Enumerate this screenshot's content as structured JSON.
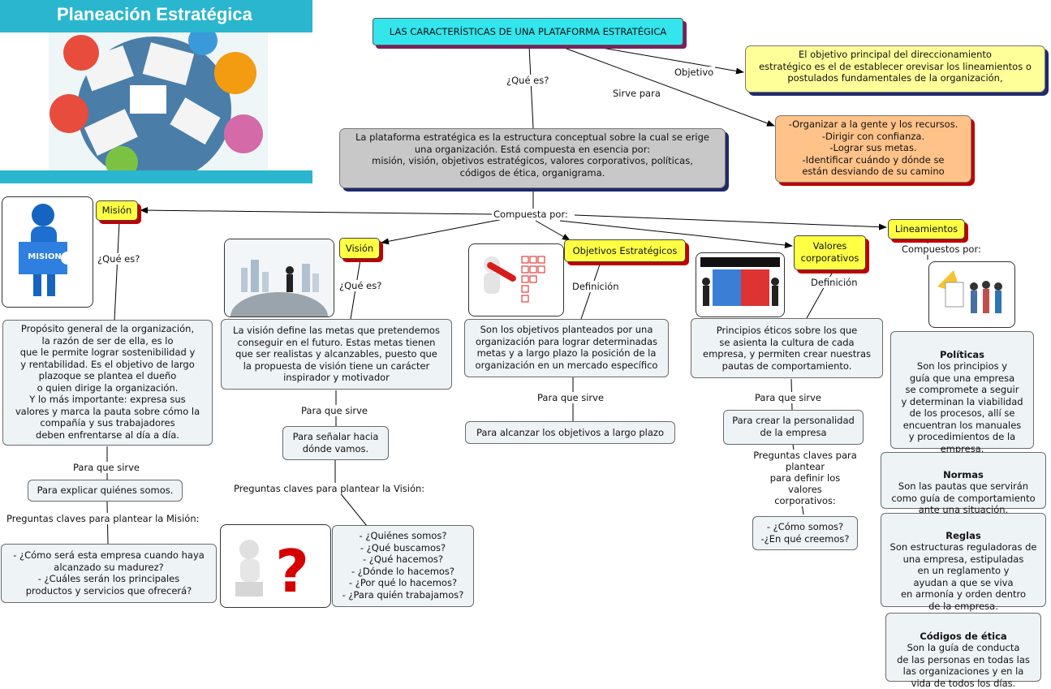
{
  "header": {
    "title": "Planeación Estratégica"
  },
  "colors": {
    "header_bar": "#2bb6cf",
    "root": "#33e6ee",
    "category": "#ffff44",
    "shadow_red": "#c00000",
    "shadow_blue": "#1f2a6b"
  },
  "root": {
    "label": "LAS CARACTERÍSTICAS DE UNA PLATAFORMA ESTRATÉGICA"
  },
  "links": {
    "que_es": "¿Qué es?",
    "objetivo": "Objetivo",
    "sirve_para": "Sirve para",
    "compuesta_por": "Compuesta por:",
    "mision_que_es": "¿Qué es?",
    "vision_que_es": "¿Qué es?",
    "objetivos_definicion": "Definición",
    "valores_definicion": "Definición",
    "compuestos_por": "Compuestos por:",
    "mision_para_que_sirve": "Para que sirve",
    "vision_para_que_sirve": "Para que sirve",
    "objetivos_para_que_sirve": "Para que sirve",
    "valores_para_que_sirve": "Para que sirve",
    "preguntas_mision": "Preguntas claves para plantear la Misión:",
    "preguntas_vision": "Preguntas claves para plantear la Visión:",
    "preguntas_valores": "Preguntas claves para\nplantear\npara definir los\nvalores\ncorporativos:"
  },
  "objetivo_box": {
    "text": "El objetivo principal del direccionamiento\nestratégico es el de establecer orevisar los lineamientos o\npostulados fundamentales de la organización,"
  },
  "sirve_box": {
    "text": "-Organizar a la gente y los recursos.\n-Dirigir con confianza.\n-Lograr sus metas.\n-Identificar cuándo y dónde se\nestán desviando de su camino"
  },
  "definition_box": {
    "text": "La plataforma estratégica es la estructura conceptual sobre la cual se erige\nuna organización. Está compuesta en esencia por:\nmisión, visión, objetivos estratégicos, valores corporativos, políticas,\ncódigos de ética, organigrama."
  },
  "categories": {
    "mision": "Misión",
    "vision": "Visión",
    "objetivos": "Objetivos Estratégicos",
    "valores": "Valores\ncorporativos",
    "lineamientos": "Lineamientos"
  },
  "mision": {
    "image_label": "MISION",
    "definition": "Propósito general de la organización,\nla razón de ser de ella, es lo\nque le permite lograr sostenibilidad y\ny rentabilidad. Es el objetivo de largo\nplazoque se plantea el dueño\no quien dirige la organización.\nY lo más importante: expresa sus\nvalores y marca la pauta sobre cómo la\ncompañía y sus trabajadores\ndeben enfrentarse al día a día.",
    "purpose": "Para explicar quiénes somos.",
    "questions": "- ¿Cómo será esta empresa cuando haya\nalcanzado su madurez?\n- ¿Cuáles serán los principales\nproductos y servicios que ofrecerá?"
  },
  "vision": {
    "definition": "La visión define las metas que pretendemos\nconseguir en el futuro. Estas metas tienen\nque ser realistas y alcanzables, puesto que\nla propuesta de visión tiene un carácter\ninspirador y motivador",
    "purpose": "Para señalar hacia\ndónde vamos.",
    "questions": "- ¿Quiénes somos?\n- ¿Qué buscamos?\n- ¿Qué hacemos?\n- ¿Dónde lo hacemos?\n- ¿Por qué lo hacemos?\n- ¿Para quién trabajamos?"
  },
  "objetivos": {
    "definition": "Son los objetivos planteados por una\norganización para lograr determinadas\nmetas y a largo plazo la posición de la\norganización en un mercado específico",
    "purpose": "Para alcanzar los objetivos a largo plazo"
  },
  "valores": {
    "definition": "Principios éticos sobre los que\nse asienta la cultura de cada\nempresa, y permiten crear nuestras\npautas de comportamiento.",
    "purpose": "Para crear la personalidad\nde la empresa",
    "questions": "- ¿Cómo somos?\n-¿En qué creemos?"
  },
  "lineamientos": {
    "politicas": {
      "title": "Políticas",
      "text": "Son los principios y\nguía que una empresa\nse compromete a seguir\ny determinan la viabilidad\nde los procesos, allí se\nencuentran los manuales\ny procedimientos de la\nempresa."
    },
    "normas": {
      "title": "Normas",
      "text": "Son las pautas que servirán\ncomo guía de comportamiento\nante una situación."
    },
    "reglas": {
      "title": "Reglas",
      "text": "Son estructuras reguladoras de\nuna empresa, estipuladas\nen un reglamento y\nayudan a que se viva\nen armonía y orden dentro\nde la empresa."
    },
    "codigos": {
      "title": "Códigos de ética",
      "text": "Son la guía de conducta\nde las personas en todas las\nlas organizaciones y en la\nvida de todos los días."
    }
  }
}
